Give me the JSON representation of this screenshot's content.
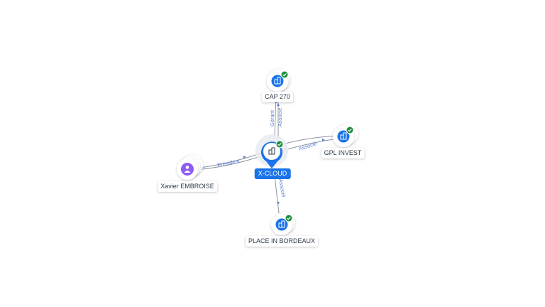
{
  "colors": {
    "company": "#1a73e8",
    "person": "#8e5cf0",
    "verified": "#1e8e3e",
    "edge": "#8a93a3",
    "edge_label": "#5b7dd1"
  },
  "nodes": {
    "center": {
      "label": "X-CLOUD",
      "icon": "building-icon"
    },
    "cap270": {
      "label": "CAP 270",
      "icon": "building-icon"
    },
    "gpl": {
      "label": "GPL INVEST",
      "icon": "building-icon"
    },
    "xavier": {
      "label": "Xavier EMBROISE",
      "icon": "person-icon"
    },
    "place": {
      "label": "PLACE IN BORDEAUX",
      "icon": "building-icon"
    }
  },
  "edges": {
    "cap270_gerant": "Gérant",
    "cap270_associe": "Associé",
    "gpl_associe": "Associé",
    "xavier_president": "Président",
    "place_associe": "Associé"
  }
}
